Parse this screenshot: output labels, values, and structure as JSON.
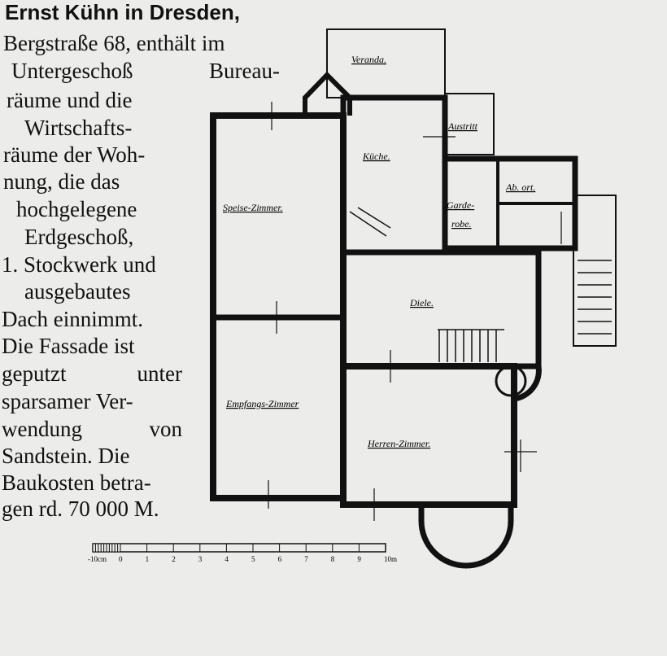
{
  "heading": "Ernst Kühn in Dresden,",
  "body_lines": [
    "Bergstraße 68, enthält im",
    "Untergeschoß Bureau-",
    "räume und die",
    "Wirtschafts-",
    "räume der Woh-",
    "nung, die das",
    "hochgelegene",
    "Erdgeschoß,",
    "1. Stockwerk und",
    "ausgebautes",
    "Dach einnimmt.",
    "Die Fassade ist",
    "geputzt unter",
    "sparsamer Ver-",
    "wendung von",
    "Sandstein. Die",
    "Baukosten betra-",
    "gen rd. 70 000 M."
  ],
  "rooms": {
    "veranda": "Veranda.",
    "austritt": "Austritt",
    "kueche": "Küche.",
    "abort": "Ab. ort.",
    "garderobe_1": "Garde-",
    "garderobe_2": "robe.",
    "speise": "Speise-Zimmer.",
    "diele": "Diele.",
    "empfangs": "Empfangs-Zimmer",
    "herren": "Herren-Zimmer."
  },
  "scale": {
    "ticks": [
      "-10cm",
      "0",
      "1",
      "2",
      "3",
      "4",
      "5",
      "6",
      "7",
      "8",
      "9",
      "10m"
    ]
  }
}
